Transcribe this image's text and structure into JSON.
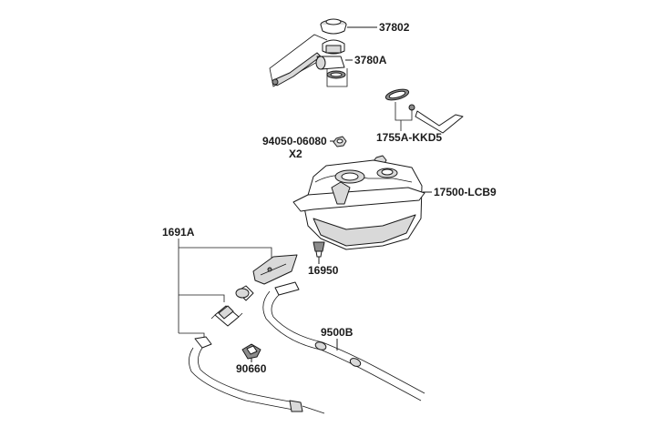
{
  "diagram": {
    "labels": {
      "p37802": "37802",
      "p3780a": "3780A",
      "p1755a": "1755A-KKD5",
      "p94050": "94050-06080",
      "p94050_qty": "X2",
      "p17500": "17500-LCB9",
      "p1691a": "1691A",
      "p16950": "16950",
      "p9500b": "9500B",
      "p90660": "90660"
    },
    "colors": {
      "line": "#1a1a1a",
      "fill_light": "#d9d9d9",
      "fill_dark": "#8c8c8c",
      "background": "#ffffff"
    }
  }
}
